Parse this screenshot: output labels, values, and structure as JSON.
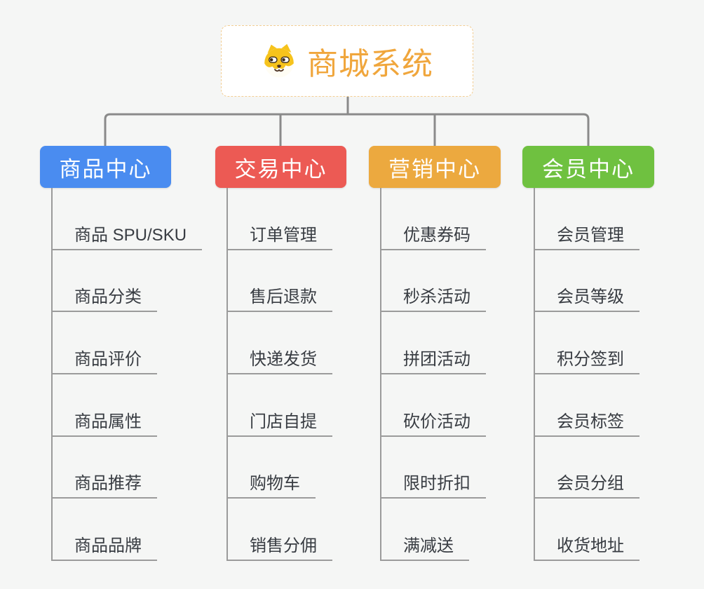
{
  "canvas": {
    "background_color": "#f5f6f5",
    "connector_color": "#8a8a8a",
    "underline_color": "#9b9b9b",
    "child_text_color": "#383c42"
  },
  "root": {
    "title": "商城系统",
    "icon": "dog-face-icon",
    "accent_color": "#f0a63c",
    "border_color": "#f2cd92",
    "background": "#ffffff"
  },
  "branches": [
    {
      "label": "商品中心",
      "color": "#4a8cf0",
      "children": [
        "商品 SPU/SKU",
        "商品分类",
        "商品评价",
        "商品属性",
        "商品推荐",
        "商品品牌"
      ]
    },
    {
      "label": "交易中心",
      "color": "#ec5a54",
      "children": [
        "订单管理",
        "售后退款",
        "快递发货",
        "门店自提",
        "购物车",
        "销售分佣"
      ]
    },
    {
      "label": "营销中心",
      "color": "#eca93f",
      "children": [
        "优惠券码",
        "秒杀活动",
        "拼团活动",
        "砍价活动",
        "限时折扣",
        "满减送"
      ]
    },
    {
      "label": "会员中心",
      "color": "#6fc140",
      "children": [
        "会员管理",
        "会员等级",
        "积分签到",
        "会员标签",
        "会员分组",
        "收货地址"
      ]
    }
  ]
}
